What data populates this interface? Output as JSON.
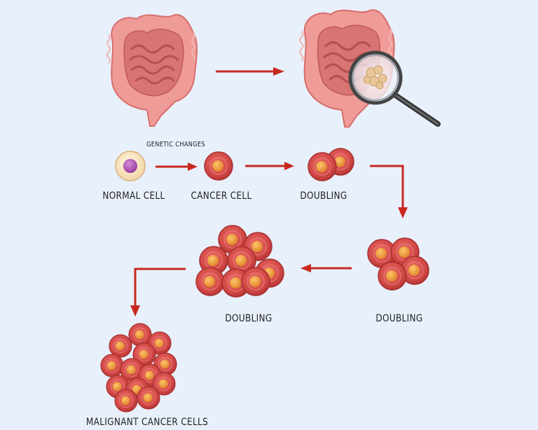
{
  "labels": {
    "genetic_changes": "GENETIC CHANGES",
    "normal_cell": "NORMAL CELL",
    "cancer_cell": "CANCER CELL",
    "doubling_1": "DOUBLING",
    "doubling_2": "DOUBLING",
    "doubling_3": "DOUBLING",
    "malignant": "MALIGNANT CANCER CELLS"
  },
  "colors": {
    "background": "#e8f0fb",
    "arrow": "#c8281f",
    "cell_outer": "#c83c3c",
    "cell_inner": "#e8a04a",
    "intestine": "#e88a8a",
    "normal_nucleus": "#b25ab5"
  },
  "icons": [
    "healthy-intestine",
    "inspected-intestine",
    "magnifying-glass"
  ]
}
